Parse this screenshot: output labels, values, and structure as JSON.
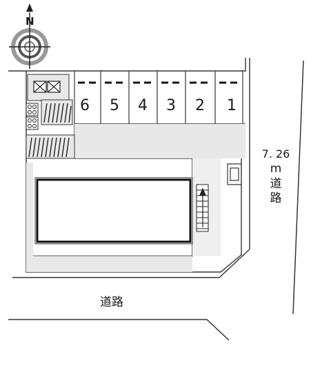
{
  "compass": {
    "north_label": "N"
  },
  "parking": {
    "spaces": [
      "6",
      "5",
      "4",
      "3",
      "2",
      "1"
    ]
  },
  "roads": {
    "east_width": "7. 26",
    "east_unit": "m",
    "east_name_line1": "道",
    "east_name_line2": "路",
    "south_name": "道路"
  },
  "colors": {
    "line": "#333333",
    "gray": "#e8e8e8",
    "mid": "#bfbfbf"
  },
  "icons": [
    "compass-icon",
    "garbage-station-icon",
    "bicycle-parking-icon",
    "staircase-icon",
    "meter-box-icon"
  ]
}
